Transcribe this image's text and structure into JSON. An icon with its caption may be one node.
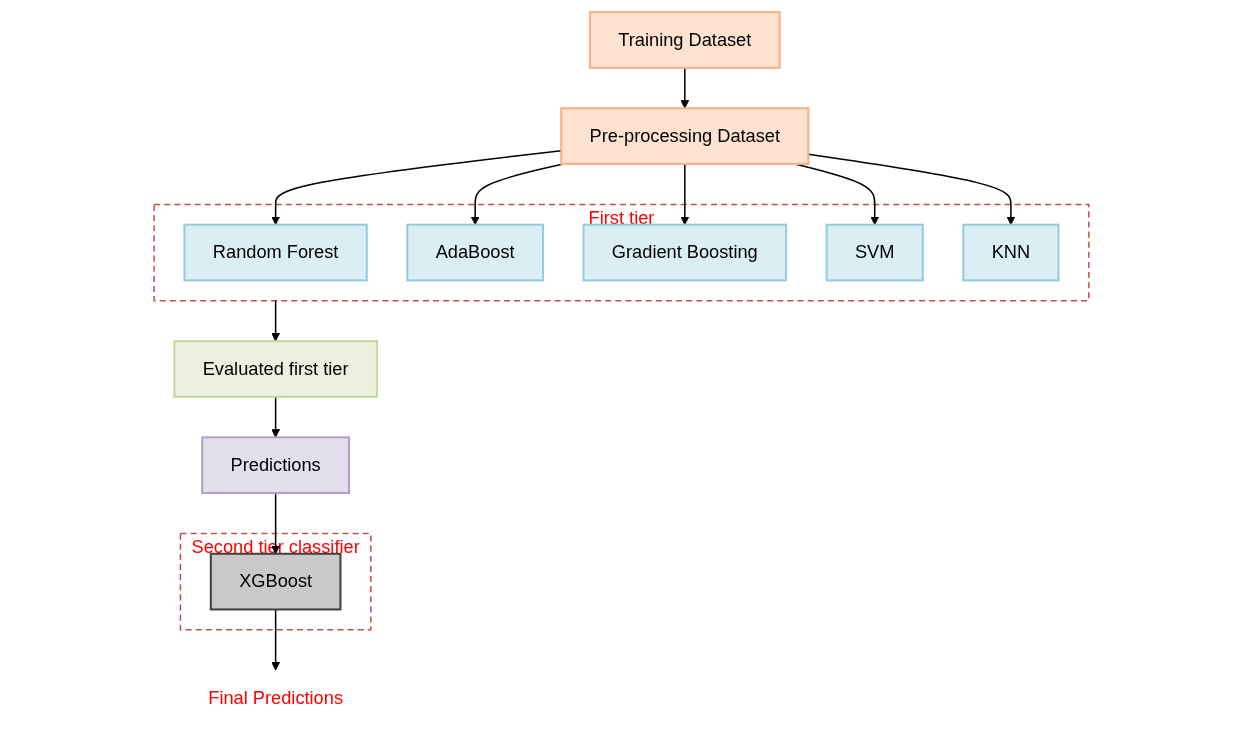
{
  "diagram": {
    "nodes": [
      {
        "text": [
          "Training Dataset"
        ]
      },
      {
        "text": [
          "Pre-processing Dataset"
        ]
      },
      {
        "text": [
          "First tier"
        ]
      },
      {
        "text": [
          "Random Forest"
        ],
        "in": 2
      },
      {
        "text": [
          "AdaBoost"
        ],
        "in": 2
      },
      {
        "text": [
          "Gradient Boosting"
        ],
        "in": 2
      },
      {
        "text": [
          "SVM"
        ],
        "in": 2
      },
      {
        "text": [
          "KNN"
        ],
        "in": 2
      },
      {
        "text": [
          "Evaluated first tier"
        ]
      },
      {
        "text": [
          "Predictions"
        ]
      },
      {
        "text": [
          "Second tier classifier"
        ]
      },
      {
        "text": [
          "XGBoost"
        ],
        "in": 10
      },
      {
        "text": [
          "Final Predictions"
        ]
      }
    ],
    "edges": [
      {
        "from": 0,
        "to": 1,
        "arrow": "to"
      },
      {
        "from": 1,
        "to": 3,
        "arrow": "to"
      },
      {
        "from": 1,
        "to": 4,
        "arrow": "to"
      },
      {
        "from": 1,
        "to": 5,
        "arrow": "to"
      },
      {
        "from": 1,
        "to": 6,
        "arrow": "to"
      },
      {
        "from": 1,
        "to": 7,
        "arrow": "to"
      },
      {
        "from": 2,
        "to": 8,
        "arrow": "to"
      },
      {
        "from": 8,
        "to": 9,
        "arrow": "to"
      },
      {
        "from": 9,
        "to": 11,
        "arrow": "to"
      },
      {
        "from": 11,
        "to": 12,
        "arrow": "to"
      }
    ]
  }
}
